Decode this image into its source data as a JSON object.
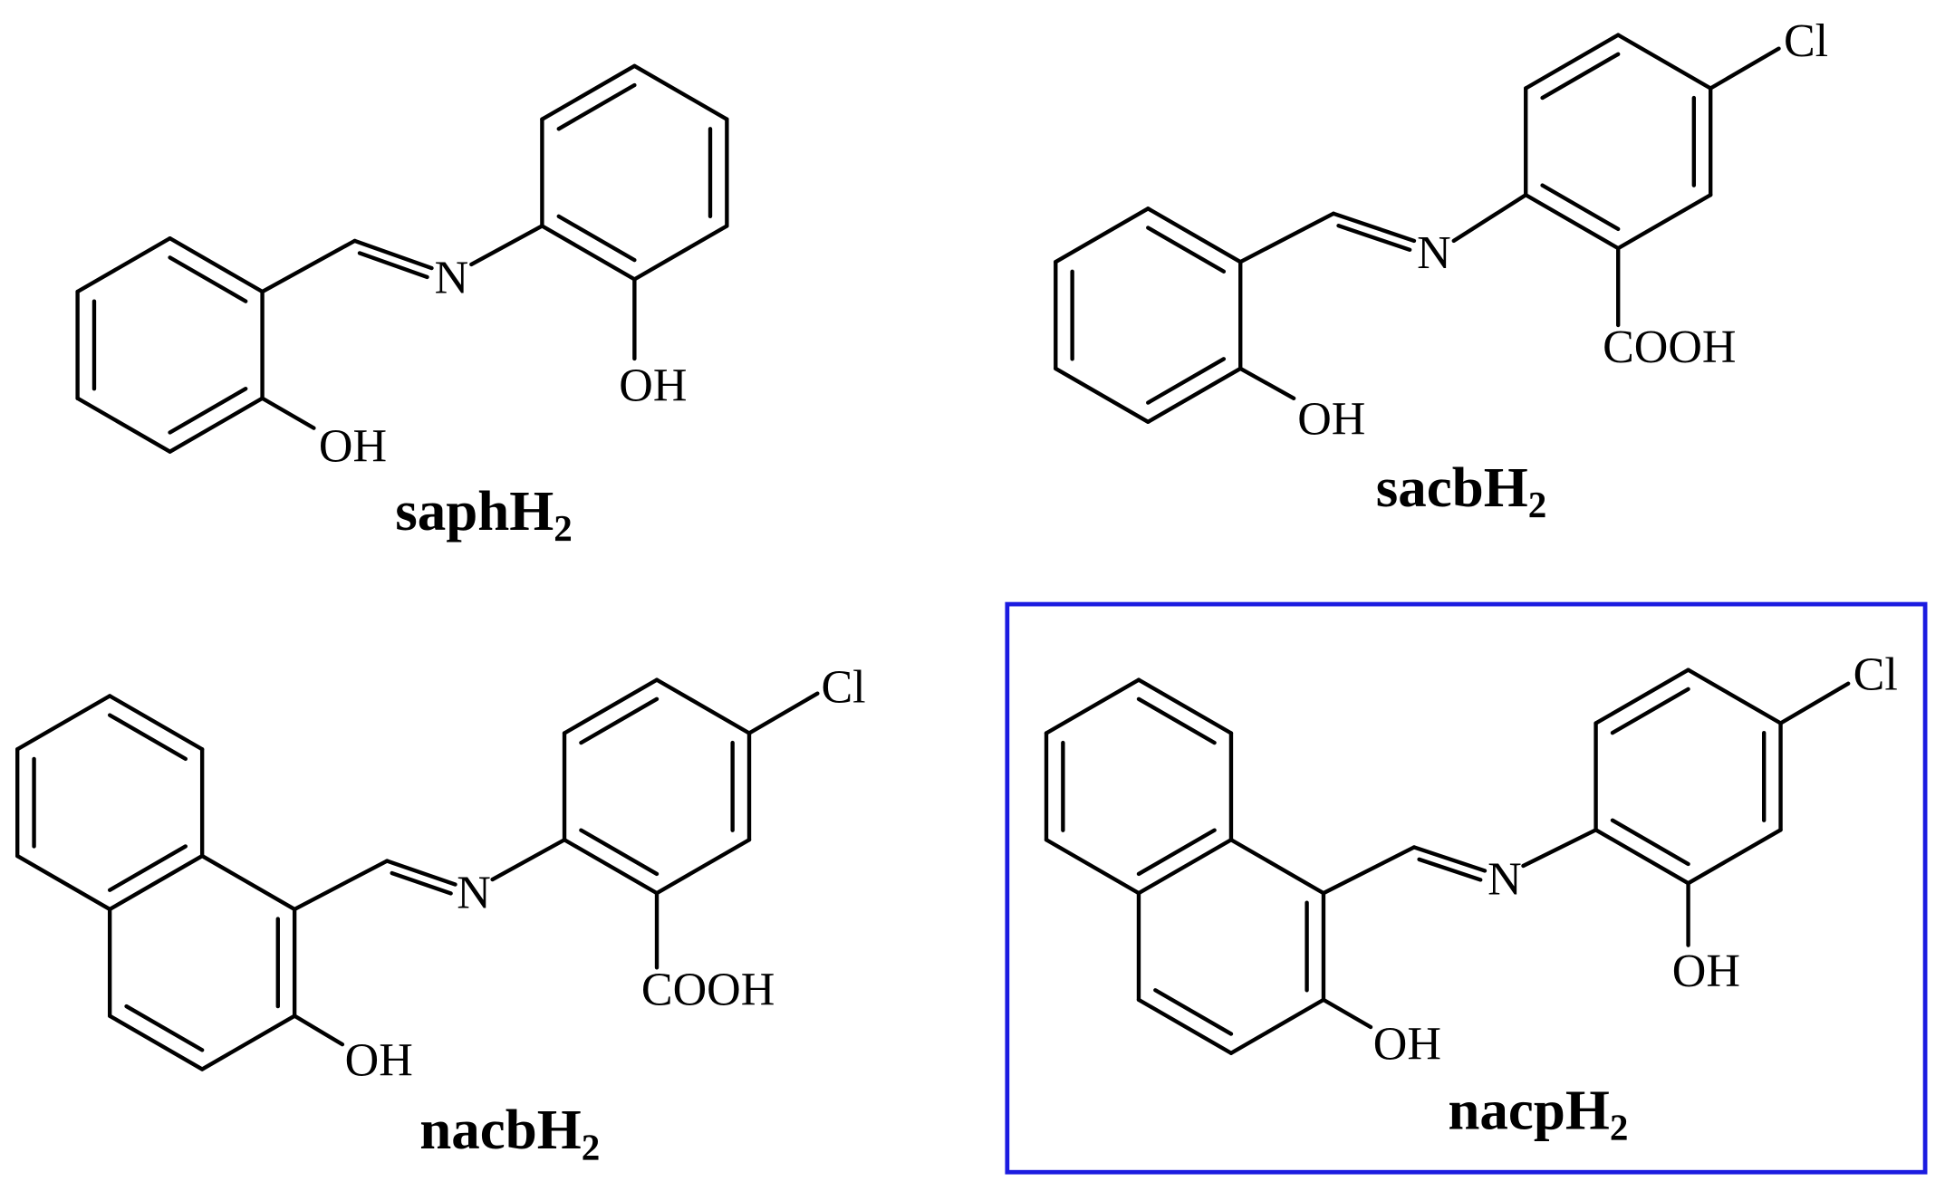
{
  "compounds": [
    {
      "label": "saphH",
      "label_sub": "2",
      "imine": "N",
      "hydroxyl_1": "OH",
      "hydroxyl_2": "OH"
    },
    {
      "label": "sacbH",
      "label_sub": "2",
      "imine": "N",
      "hydroxyl": "OH",
      "carboxyl": "COOH",
      "chloro": "Cl"
    },
    {
      "label": "nacbH",
      "label_sub": "2",
      "imine": "N",
      "hydroxyl": "OH",
      "carboxyl": "COOH",
      "chloro": "Cl"
    },
    {
      "label": "nacpH",
      "label_sub": "2",
      "imine": "N",
      "hydroxyl_1": "OH",
      "hydroxyl_2": "OH",
      "chloro": "Cl",
      "highlighted": true
    }
  ],
  "colors": {
    "bond": "#000000",
    "highlight_box": "#1b1be0"
  }
}
